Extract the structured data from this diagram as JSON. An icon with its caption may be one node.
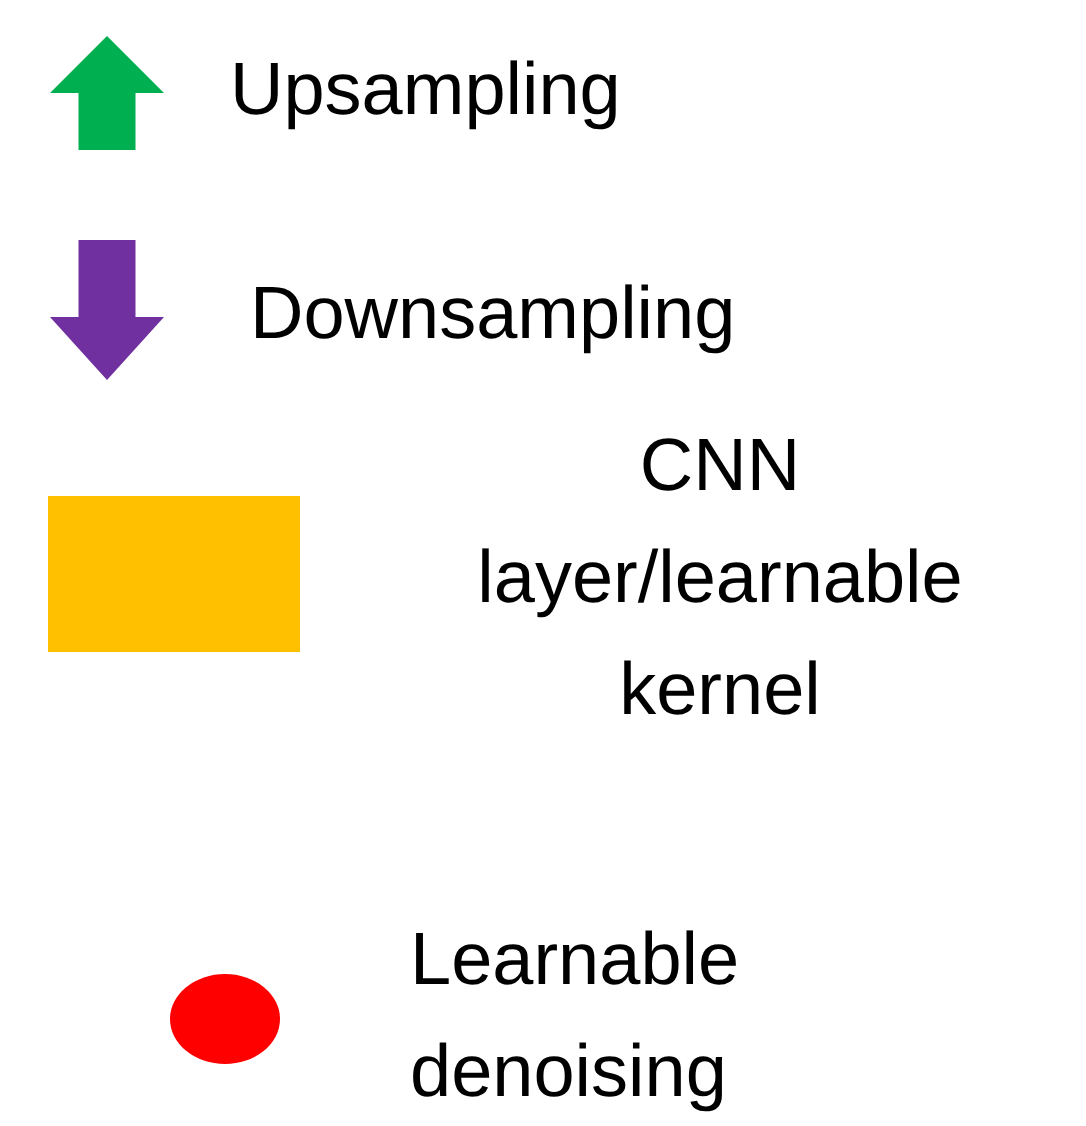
{
  "diagram": {
    "legend": [
      {
        "text": "Upsampling",
        "color": "#00b050"
      },
      {
        "text": "Downsampling",
        "color": "#7030a0"
      },
      {
        "text": "CNN layer/learnable kernel",
        "color": "#ffc000"
      },
      {
        "text": "Learnable denoising",
        "color": "#ff0000"
      }
    ]
  }
}
